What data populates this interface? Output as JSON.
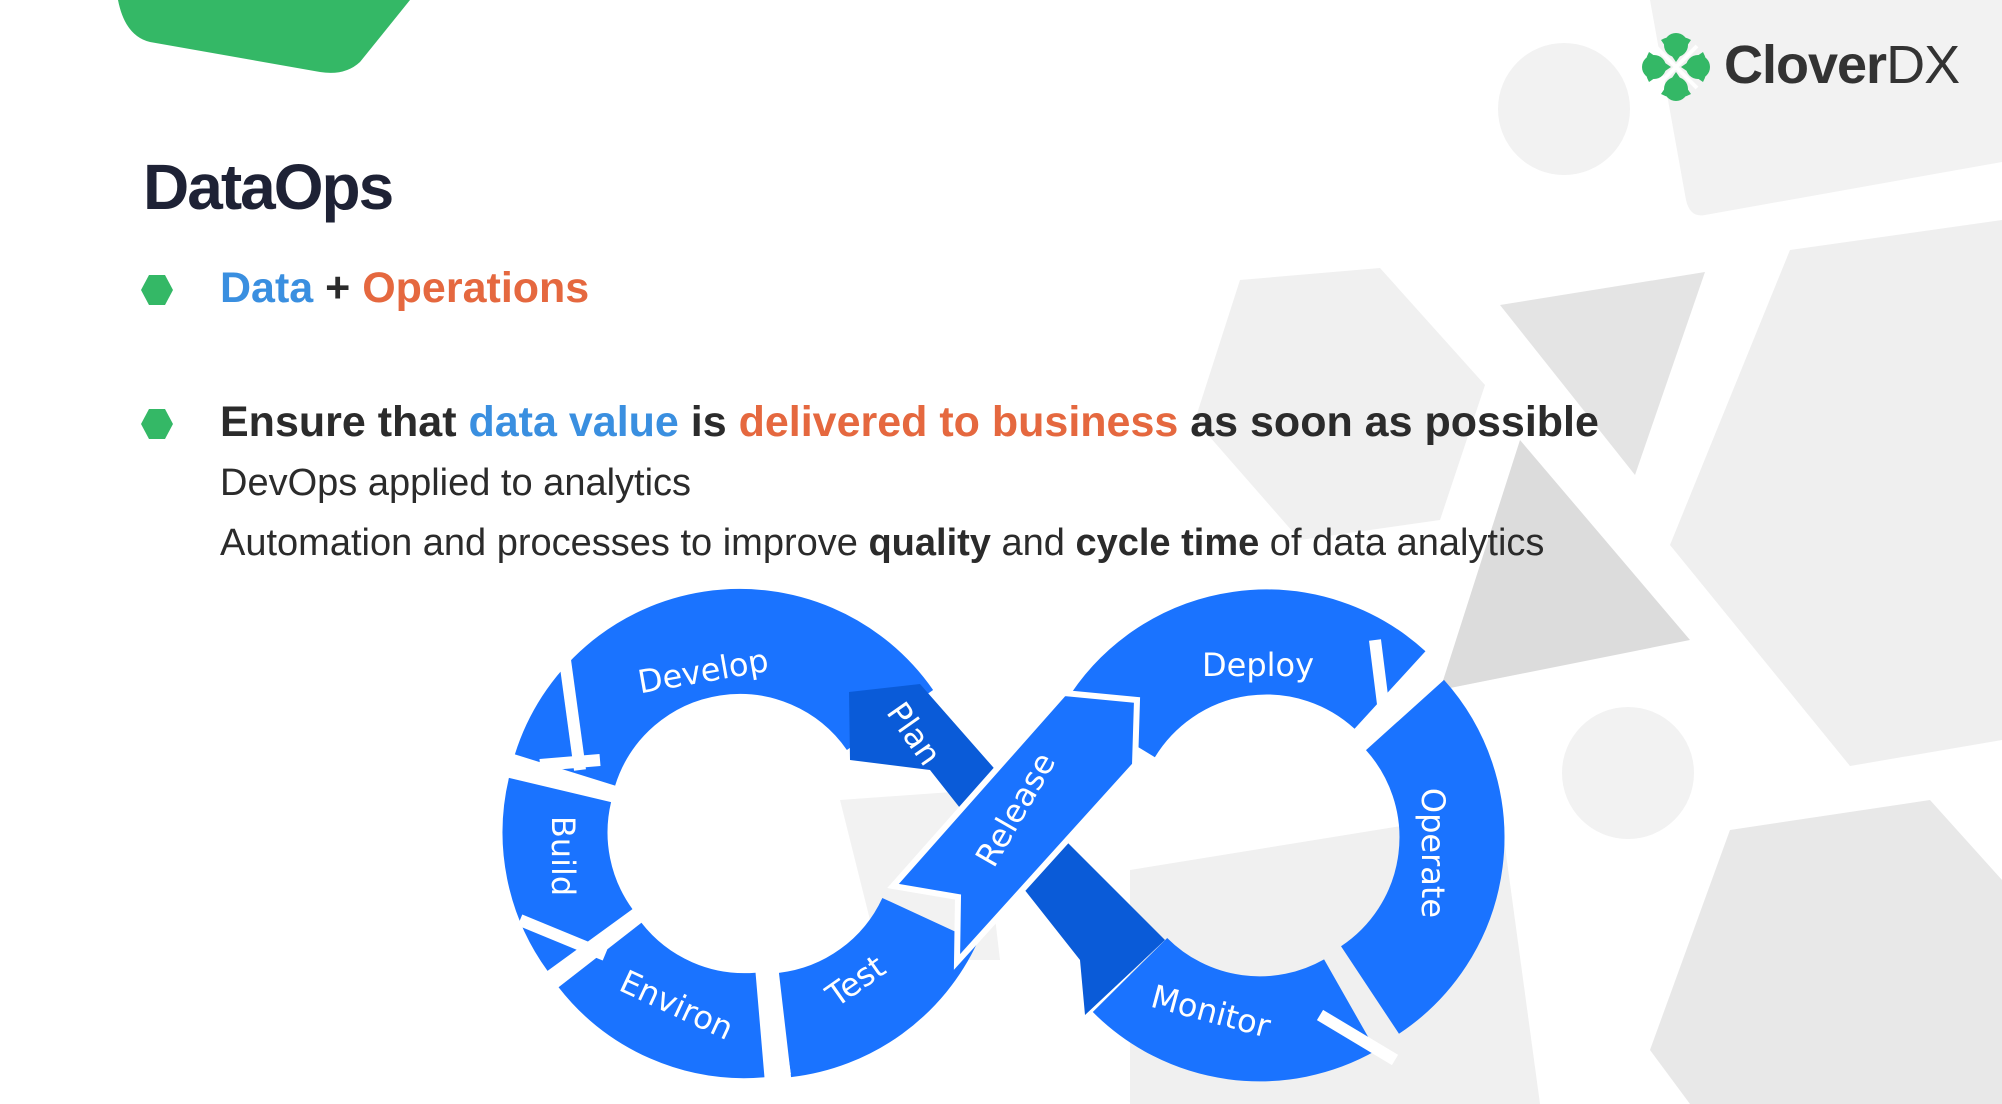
{
  "logo": {
    "name_bold": "Clover",
    "name_light": "DX"
  },
  "title": "DataOps",
  "bullets": [
    {
      "parts": [
        "Data",
        " + ",
        "Operations"
      ]
    },
    {
      "parts": [
        "Ensure that ",
        "data value",
        " is ",
        "delivered to business",
        " as soon as possible"
      ]
    }
  ],
  "sub_lines": [
    {
      "text": "DevOps applied to analytics"
    },
    {
      "parts": [
        "Automation and processes to improve ",
        "quality",
        " and ",
        "cycle time",
        " of data analytics"
      ]
    }
  ],
  "diagram": {
    "stages": [
      "Develop",
      "Plan",
      "Build",
      "Environ",
      "Test",
      "Release",
      "Deploy",
      "Operate",
      "Monitor"
    ]
  },
  "colors": {
    "brand_green": "#34b866",
    "blue": "#3a8fe0",
    "orange": "#e5683f",
    "loop_blue": "#1a73ff",
    "loop_dark": "#0a5bd8"
  }
}
